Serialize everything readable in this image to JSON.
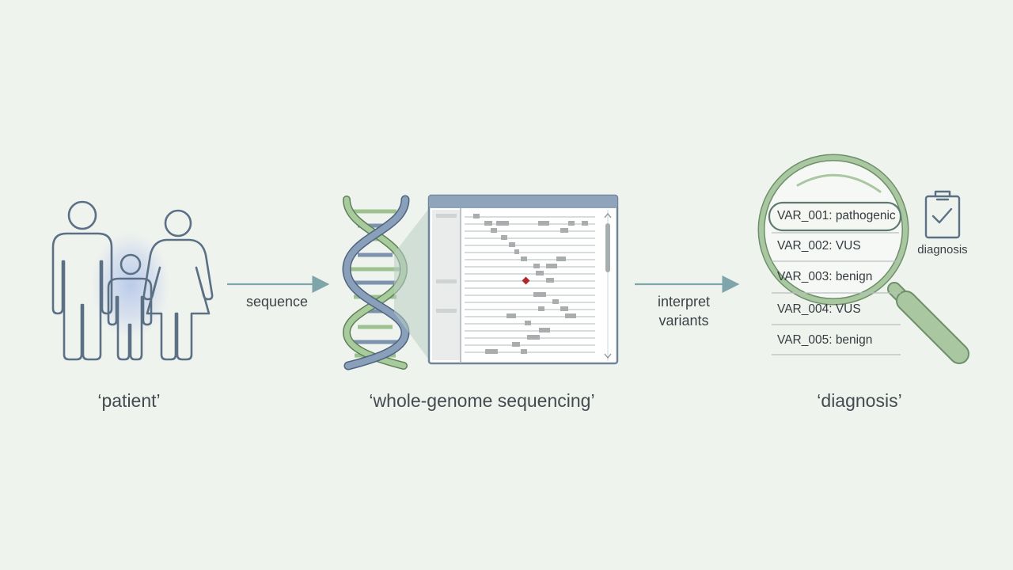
{
  "stages": {
    "patient": {
      "caption": "‘patient’"
    },
    "sequencing": {
      "caption": "‘whole-genome sequencing’"
    },
    "diagnosis": {
      "caption": "‘diagnosis’"
    }
  },
  "arrows": {
    "first": {
      "label": "sequence"
    },
    "second": {
      "label_line1": "interpret",
      "label_line2": "variants"
    }
  },
  "variants": [
    {
      "label": "VAR_001: pathogenic",
      "highlighted": true
    },
    {
      "label": "VAR_002: VUS",
      "highlighted": false
    },
    {
      "label": "VAR_003: benign",
      "highlighted": false
    },
    {
      "label": "VAR_004: VUS",
      "highlighted": false
    },
    {
      "label": "VAR_005: benign",
      "highlighted": false
    }
  ],
  "clipboard": {
    "label": "diagnosis"
  },
  "colors": {
    "figure_stroke": "#5b7085",
    "arrow": "#7ea5aa",
    "dna_blue": "#7d93ad",
    "dna_green": "#9cc28f",
    "lens": "#a9c7a0",
    "highlight_glow": "#a9bde8",
    "variant_marker": "#b3262b"
  },
  "icons": {
    "family": "family-icon",
    "dna": "dna-helix-icon",
    "genome_browser": "genome-browser-window-icon",
    "magnifier": "magnifying-glass-icon",
    "clipboard": "clipboard-check-icon"
  }
}
